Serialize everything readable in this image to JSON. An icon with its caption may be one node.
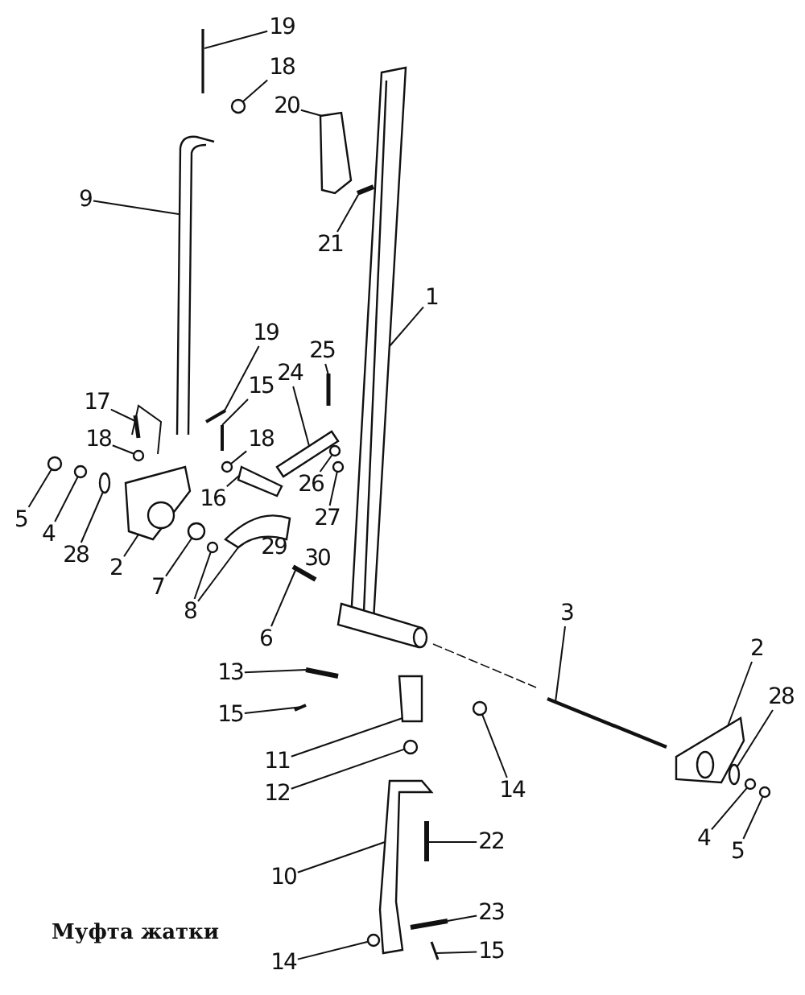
{
  "diagram": {
    "caption": "Муфта жатки",
    "nodes": [
      {
        "text": [
          "19"
        ]
      },
      {
        "text": [
          "18"
        ]
      },
      {
        "text": [
          "20"
        ]
      },
      {
        "text": [
          "9"
        ]
      },
      {
        "text": [
          "21"
        ]
      },
      {
        "text": [
          "1"
        ]
      },
      {
        "text": [
          "19"
        ]
      },
      {
        "text": [
          "25"
        ]
      },
      {
        "text": [
          "15"
        ]
      },
      {
        "text": [
          "24"
        ]
      },
      {
        "text": [
          "17"
        ]
      },
      {
        "text": [
          "18"
        ]
      },
      {
        "text": [
          "18"
        ]
      },
      {
        "text": [
          "5"
        ]
      },
      {
        "text": [
          "4"
        ]
      },
      {
        "text": [
          "28"
        ]
      },
      {
        "text": [
          "26"
        ]
      },
      {
        "text": [
          "16"
        ]
      },
      {
        "text": [
          "27"
        ]
      },
      {
        "text": [
          "2"
        ]
      },
      {
        "text": [
          "7"
        ]
      },
      {
        "text": [
          "8"
        ]
      },
      {
        "text": [
          "6"
        ]
      },
      {
        "text": [
          "3"
        ]
      },
      {
        "text": [
          "2"
        ]
      },
      {
        "text": [
          "13"
        ]
      },
      {
        "text": [
          "28"
        ]
      },
      {
        "text": [
          "15"
        ]
      },
      {
        "text": [
          "11"
        ]
      },
      {
        "text": [
          "14"
        ]
      },
      {
        "text": [
          "12"
        ]
      },
      {
        "text": [
          "4"
        ]
      },
      {
        "text": [
          "5"
        ]
      },
      {
        "text": [
          "10"
        ]
      },
      {
        "text": [
          "22"
        ]
      },
      {
        "text": [
          "23"
        ]
      },
      {
        "text": [
          "14"
        ]
      },
      {
        "text": [
          "15"
        ]
      },
      {
        "text": [],
        "shape": "bar"
      },
      {
        "text": [],
        "shape": "circle"
      },
      {
        "text": [],
        "shape": "box"
      },
      {
        "text": [],
        "shape": "picture"
      },
      {
        "text": [],
        "shape": "bar"
      },
      {
        "text": [],
        "shape": "picture"
      },
      {
        "text": [],
        "shape": "bar"
      },
      {
        "text": [],
        "shape": "bar"
      },
      {
        "text": [],
        "shape": "bar"
      },
      {
        "text": [],
        "shape": "picture"
      },
      {
        "text": [],
        "shape": "bar"
      },
      {
        "text": [],
        "shape": "circle"
      },
      {
        "text": [],
        "shape": "circle"
      },
      {
        "text": [],
        "shape": "circle"
      },
      {
        "text": [],
        "shape": "circle"
      },
      {
        "text": [],
        "shape": "circle"
      },
      {
        "text": [],
        "shape": "circle"
      },
      {
        "text": [],
        "shape": "picture"
      },
      {
        "text": [],
        "shape": "circle"
      },
      {
        "text": [],
        "shape": "picture"
      },
      {
        "text": [],
        "shape": "circle"
      },
      {
        "text": [],
        "shape": "circle"
      },
      {
        "text": [],
        "shape": "picture"
      },
      {
        "text": [],
        "shape": "bar"
      },
      {
        "text": [],
        "shape": "bar"
      },
      {
        "text": [],
        "shape": "picture"
      },
      {
        "text": [],
        "shape": "bar"
      },
      {
        "text": [],
        "shape": "circle"
      },
      {
        "text": [],
        "shape": "bar"
      },
      {
        "text": [],
        "shape": "box"
      },
      {
        "text": [],
        "shape": "circle"
      },
      {
        "text": [],
        "shape": "circle"
      },
      {
        "text": [],
        "shape": "circle"
      },
      {
        "text": [],
        "shape": "circle"
      },
      {
        "text": [],
        "shape": "picture"
      },
      {
        "text": [],
        "shape": "bar"
      },
      {
        "text": [],
        "shape": "bar"
      },
      {
        "text": [],
        "shape": "circle"
      },
      {
        "text": [],
        "shape": "bar"
      }
    ],
    "edges": [
      {
        "from": 0,
        "to": 38,
        "arrow": "none"
      },
      {
        "from": 1,
        "to": 39,
        "arrow": "none"
      },
      {
        "from": 2,
        "to": 40,
        "arrow": "none"
      },
      {
        "from": 3,
        "to": 41,
        "arrow": "none"
      },
      {
        "from": 4,
        "to": 42,
        "arrow": "none"
      },
      {
        "from": 5,
        "to": 43,
        "arrow": "none"
      },
      {
        "from": 6,
        "to": 44,
        "arrow": "none"
      },
      {
        "from": 7,
        "to": 45,
        "arrow": "none"
      },
      {
        "from": 8,
        "to": 46,
        "arrow": "none"
      },
      {
        "from": 9,
        "to": 47,
        "arrow": "none"
      },
      {
        "from": 10,
        "to": 48,
        "arrow": "none"
      },
      {
        "from": 11,
        "to": 49,
        "arrow": "none"
      },
      {
        "from": 12,
        "to": 50,
        "arrow": "none"
      },
      {
        "from": 13,
        "to": 51,
        "arrow": "none"
      },
      {
        "from": 14,
        "to": 52,
        "arrow": "none"
      },
      {
        "from": 15,
        "to": 53,
        "arrow": "none"
      },
      {
        "from": 16,
        "to": 54,
        "arrow": "none"
      },
      {
        "from": 17,
        "to": 55,
        "arrow": "none"
      },
      {
        "from": 18,
        "to": 56,
        "arrow": "none"
      },
      {
        "from": 19,
        "to": 57,
        "arrow": "none"
      },
      {
        "from": 20,
        "to": 58,
        "arrow": "none"
      },
      {
        "from": 21,
        "to": 59,
        "arrow": "none"
      },
      {
        "from": 21,
        "to": 60,
        "arrow": "none"
      },
      {
        "from": 22,
        "to": 61,
        "arrow": "none"
      },
      {
        "from": 23,
        "to": 62,
        "arrow": "none"
      },
      {
        "from": 24,
        "to": 63,
        "arrow": "none"
      },
      {
        "from": 25,
        "to": 64,
        "arrow": "none"
      },
      {
        "from": 26,
        "to": 65,
        "arrow": "none"
      },
      {
        "from": 27,
        "to": 66,
        "arrow": "none"
      },
      {
        "from": 28,
        "to": 67,
        "arrow": "none"
      },
      {
        "from": 29,
        "to": 68,
        "arrow": "none"
      },
      {
        "from": 30,
        "to": 69,
        "arrow": "none"
      },
      {
        "from": 31,
        "to": 70,
        "arrow": "none"
      },
      {
        "from": 32,
        "to": 71,
        "arrow": "none"
      },
      {
        "from": 33,
        "to": 72,
        "arrow": "none"
      },
      {
        "from": 34,
        "to": 73,
        "arrow": "none"
      },
      {
        "from": 35,
        "to": 74,
        "arrow": "none"
      },
      {
        "from": 36,
        "to": 75,
        "arrow": "none"
      },
      {
        "from": 37,
        "to": 76,
        "arrow": "none"
      }
    ],
    "labels": [
      "29",
      "30"
    ]
  }
}
